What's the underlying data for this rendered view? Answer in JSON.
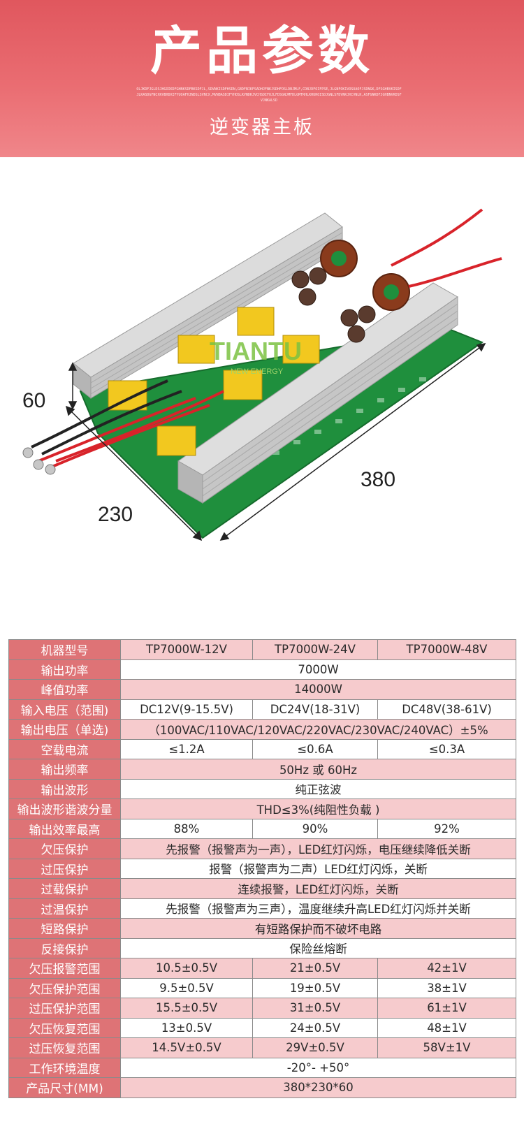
{
  "header": {
    "title": "产品参数",
    "fine_print": "OLJKDFJGLDSJHGOIKDFGHNKSDFBKSDFJL,SDVNKISDFHSDN,GBDFNIKFSADHJFNKJSDHFOSLDBJMLF,CDBJDFOIFPSE,JLGNFOKIVOSUAOFJSDNGK,DFSGHBVKISDFJLKASDGFNCXKVBHDXIFYUOAFHJNDSLSVNCX,MVNBASDIFYHOSLKVNDKJVCHSDIFUJLFDSGNJMFDLGMTRHLKRUROISDJGNLSFDVNKJXCVNLK,ASFGNKDFJGHBNVKDSFVJNKALSD",
    "subtitle": "逆变器主板"
  },
  "product": {
    "brand_logo_text": "TIANTU",
    "brand_tagline": "NEW ENERGY",
    "dim_height": "60",
    "dim_depth": "230",
    "dim_width": "380",
    "colors": {
      "pcb": "#1f8f3d",
      "heatsink": "#c8c8c8",
      "transformer": "#f2c81f",
      "wire_red": "#d8232a",
      "wire_black": "#222222",
      "logo": "#7cc242"
    }
  },
  "specs": {
    "header": {
      "label": "机器型号",
      "values": [
        "TP7000W-12V",
        "TP7000W-24V",
        "TP7000W-48V"
      ]
    },
    "rows": [
      {
        "label": "输出功率",
        "value": "7000W"
      },
      {
        "label": "峰值功率",
        "value": "14000W"
      },
      {
        "label": "输入电压（范围)",
        "values": [
          "DC12V(9-15.5V)",
          "DC24V(18-31V)",
          "DC48V(38-61V)"
        ]
      },
      {
        "label": "输出电压（单选)",
        "value": "（100VAC/110VAC/120VAC/220VAC/230VAC/240VAC）±5%"
      },
      {
        "label": "空载电流",
        "values": [
          "≤1.2A",
          "≤0.6A",
          "≤0.3A"
        ]
      },
      {
        "label": "输出频率",
        "value": "50Hz 或 60Hz"
      },
      {
        "label": "输出波形",
        "value": "纯正弦波"
      },
      {
        "label": "输出波形谐波分量",
        "value": "THD≤3%(纯阻性负载 )"
      },
      {
        "label": "输出效率最高",
        "values": [
          "88%",
          "90%",
          "92%"
        ]
      },
      {
        "label": "欠压保护",
        "value": "先报警（报警声为一声），LED红灯闪烁，电压继续降低关断"
      },
      {
        "label": "过压保护",
        "value": "报警（报警声为二声）LED红灯闪烁，关断"
      },
      {
        "label": "过载保护",
        "value": "连续报警，LED红灯闪烁，关断"
      },
      {
        "label": "过温保护",
        "value": "先报警（报警声为三声），温度继续升高LED红灯闪烁并关断"
      },
      {
        "label": "短路保护",
        "value": "有短路保护而不破坏电路"
      },
      {
        "label": "反接保护",
        "value": "保险丝熔断"
      },
      {
        "label": "欠压报警范围",
        "values": [
          "10.5±0.5V",
          "21±0.5V",
          "42±1V"
        ]
      },
      {
        "label": "欠压保护范围",
        "values": [
          "9.5±0.5V",
          "19±0.5V",
          "38±1V"
        ]
      },
      {
        "label": "过压保护范围",
        "values": [
          "15.5±0.5V",
          "31±0.5V",
          "61±1V"
        ]
      },
      {
        "label": "欠压恢复范围",
        "values": [
          "13±0.5V",
          "24±0.5V",
          "48±1V"
        ]
      },
      {
        "label": "过压恢复范围",
        "values": [
          "14.5V±0.5V",
          "29V±0.5V",
          "58V±1V"
        ]
      },
      {
        "label": "工作环境温度",
        "value": "-20°- +50°"
      },
      {
        "label": "产品尺寸(MM)",
        "value": "380*230*60"
      }
    ]
  }
}
